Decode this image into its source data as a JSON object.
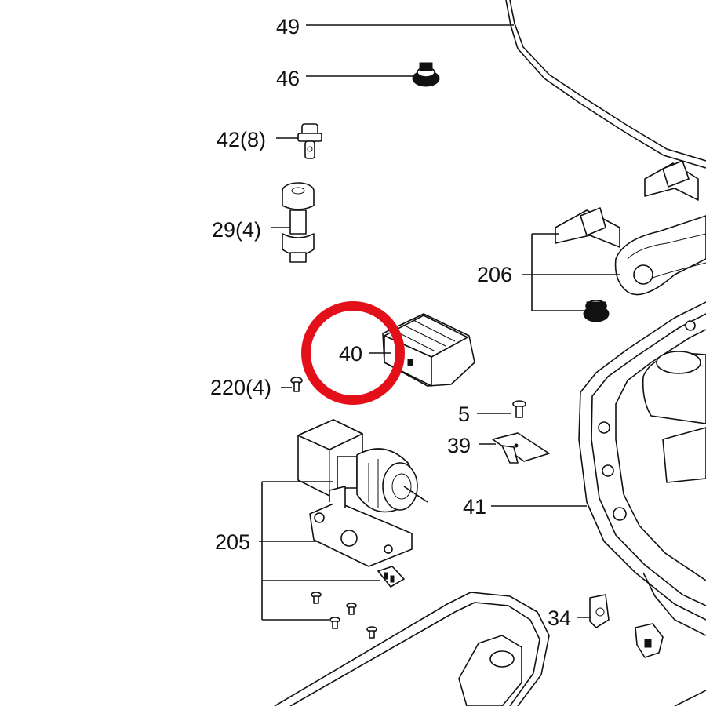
{
  "diagram": {
    "callouts": [
      {
        "id": "49",
        "text": "49"
      },
      {
        "id": "46",
        "text": "46"
      },
      {
        "id": "42",
        "text": "42(8)"
      },
      {
        "id": "29",
        "text": "29(4)"
      },
      {
        "id": "206",
        "text": "206"
      },
      {
        "id": "40",
        "text": "40"
      },
      {
        "id": "220",
        "text": "220(4)"
      },
      {
        "id": "5",
        "text": "5"
      },
      {
        "id": "39",
        "text": "39"
      },
      {
        "id": "41",
        "text": "41"
      },
      {
        "id": "205",
        "text": "205"
      },
      {
        "id": "34",
        "text": "34"
      }
    ],
    "highlight": {
      "target": "40",
      "color": "#e3101a"
    },
    "colors": {
      "line": "#111111",
      "background": "#ffffff"
    }
  }
}
